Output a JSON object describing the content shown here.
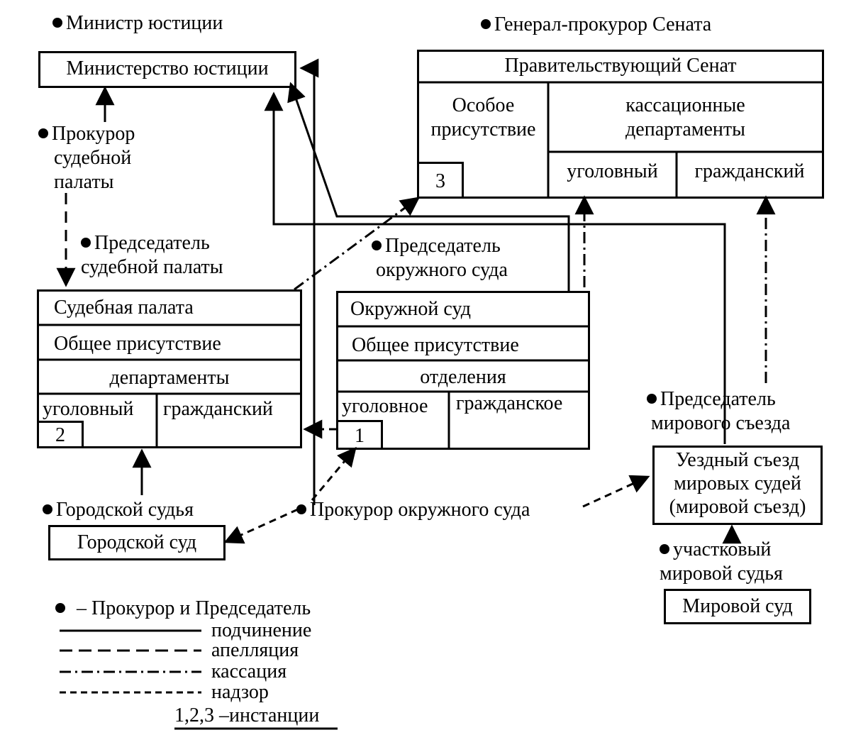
{
  "officials": {
    "minister": "Министр юстиции",
    "prosecutor_general": "Генерал-прокурор Сената",
    "chamber_prosecutor": [
      "Прокурор",
      "судебной",
      "палаты"
    ],
    "chamber_chairman": [
      "Председатель",
      "судебной палаты"
    ],
    "district_chairman": [
      "Председатель",
      "окружного суда"
    ],
    "congress_chairman": [
      "Председатель",
      "мирового съезда"
    ],
    "city_judge": "Городской судья",
    "district_prosecutor": "Прокурор окружного суда",
    "peace_judge": [
      "участковый",
      "мировой судья"
    ]
  },
  "ministry": {
    "title": "Министерство юстиции"
  },
  "senate": {
    "title": "Правительствующий Сенат",
    "special": [
      "Особое",
      "присутствие"
    ],
    "cassation": [
      "кассационные",
      "департаменты"
    ],
    "criminal": "уголовный",
    "civil": "гражданский",
    "instance": "3"
  },
  "judicial_chamber": {
    "title": "Судебная палата",
    "general": "Общее присутствие",
    "departments": "департаменты",
    "criminal": "уголовный",
    "civil": "гражданский",
    "instance": "2"
  },
  "district_court": {
    "title": "Окружной суд",
    "general": "Общее присутствие",
    "divisions": "отделения",
    "criminal": "уголовное",
    "civil": "гражданское",
    "instance": "1"
  },
  "city_court": {
    "title": "Городской суд"
  },
  "peace_congress": {
    "lines": [
      "Уездный съезд",
      "мировых судей",
      "(мировой съезд)"
    ]
  },
  "peace_court": {
    "title": "Мировой суд"
  },
  "legend": {
    "dot": "– Прокурор и Председатель",
    "subordination": "подчинение",
    "appeal": "апелляция",
    "cassation": "кассация",
    "supervision": "надзор",
    "instances": "1,2,3 –инстанции"
  }
}
